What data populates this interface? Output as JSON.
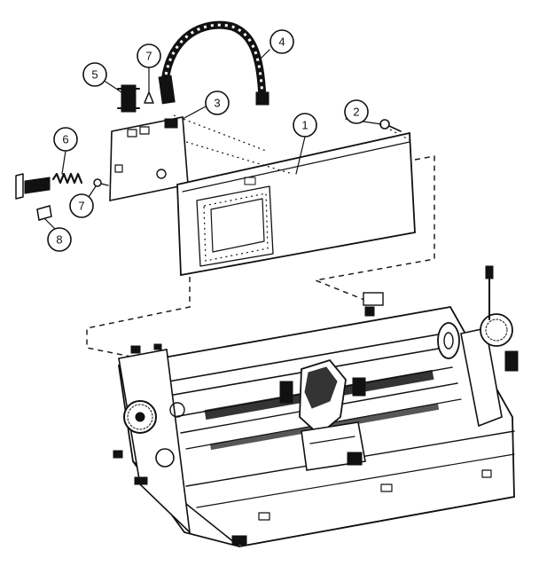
{
  "callouts": [
    {
      "id": "1",
      "label": "1"
    },
    {
      "id": "2",
      "label": "2"
    },
    {
      "id": "3",
      "label": "3"
    },
    {
      "id": "4",
      "label": "4"
    },
    {
      "id": "5",
      "label": "5"
    },
    {
      "id": "6",
      "label": "6"
    },
    {
      "id": "7a",
      "label": "7"
    },
    {
      "id": "7b",
      "label": "7"
    },
    {
      "id": "8",
      "label": "8"
    }
  ]
}
